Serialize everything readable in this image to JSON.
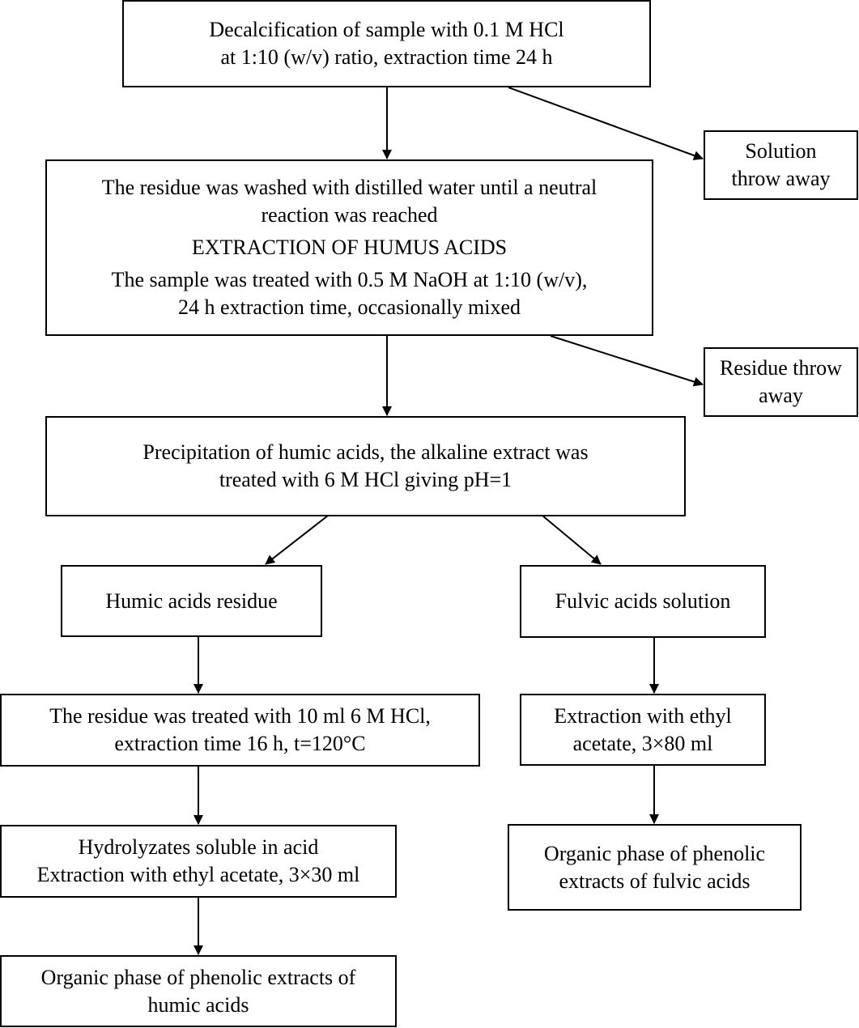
{
  "diagram": {
    "nodes": {
      "decalcification": {
        "line1": "Decalcification of sample with 0.1 M HCl",
        "line2": "at 1:10 (w/v) ratio, extraction time 24 h"
      },
      "solution_throw_away": {
        "line1": "Solution",
        "line2": "throw away"
      },
      "extraction_step": {
        "line1": "The residue was washed with distilled water until a neutral",
        "line2": "reaction was reached",
        "heading": "EXTRACTION OF HUMUS ACIDS",
        "line3": "The sample was treated with 0.5 M NaOH at 1:10 (w/v),",
        "line4": "24 h extraction time, occasionally mixed"
      },
      "residue_throw_away": {
        "line1": "Residue throw",
        "line2": "away"
      },
      "precipitation": {
        "line1": "Precipitation of humic acids, the alkaline extract was",
        "line2": "treated with 6 M HCl giving pH=1"
      },
      "humic_residue": {
        "line1": "Humic acids residue"
      },
      "fulvic_solution": {
        "line1": "Fulvic acids solution"
      },
      "residue_treated": {
        "line1": "The residue was treated with 10 ml 6 M HCl,",
        "line2": "extraction time 16 h, t=120°C"
      },
      "ethyl_extraction_fulvic": {
        "line1": "Extraction with ethyl",
        "line2": "acetate, 3×80 ml"
      },
      "hydrolyzates": {
        "line1": "Hydrolyzates soluble in acid",
        "line2": "Extraction with ethyl acetate, 3×30 ml"
      },
      "organic_phase_fulvic": {
        "line1": "Organic phase of phenolic",
        "line2": "extracts of fulvic acids"
      },
      "organic_phase_humic": {
        "line1": "Organic phase of phenolic extracts of",
        "line2": "humic acids"
      }
    },
    "edges": [
      {
        "from": "decalcification",
        "to": "extraction_step"
      },
      {
        "from": "decalcification",
        "to": "solution_throw_away"
      },
      {
        "from": "extraction_step",
        "to": "precipitation"
      },
      {
        "from": "extraction_step",
        "to": "residue_throw_away"
      },
      {
        "from": "precipitation",
        "to": "humic_residue"
      },
      {
        "from": "precipitation",
        "to": "fulvic_solution"
      },
      {
        "from": "humic_residue",
        "to": "residue_treated"
      },
      {
        "from": "residue_treated",
        "to": "hydrolyzates"
      },
      {
        "from": "hydrolyzates",
        "to": "organic_phase_humic"
      },
      {
        "from": "fulvic_solution",
        "to": "ethyl_extraction_fulvic"
      },
      {
        "from": "ethyl_extraction_fulvic",
        "to": "organic_phase_fulvic"
      }
    ]
  }
}
